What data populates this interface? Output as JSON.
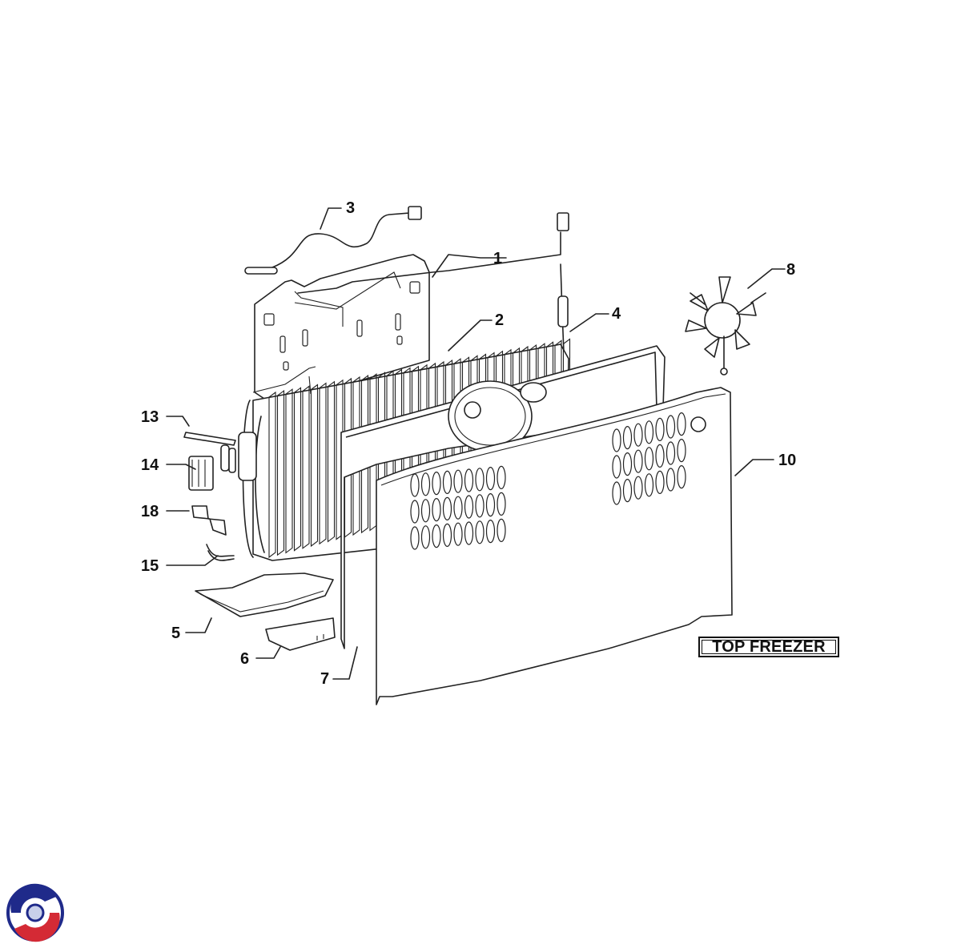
{
  "diagram": {
    "callouts": {
      "c1": "1",
      "c2": "2",
      "c3": "3",
      "c4": "4",
      "c5": "5",
      "c6": "6",
      "c7": "7",
      "c8": "8",
      "c10": "10",
      "c13": "13",
      "c14": "14",
      "c15": "15",
      "c18": "18"
    },
    "tag": "TOP FREEZER"
  },
  "logo": {
    "name": "brand-logo",
    "colors": {
      "blue": "#1f2a8a",
      "red": "#d42a35",
      "light": "#c9d0ea"
    }
  }
}
